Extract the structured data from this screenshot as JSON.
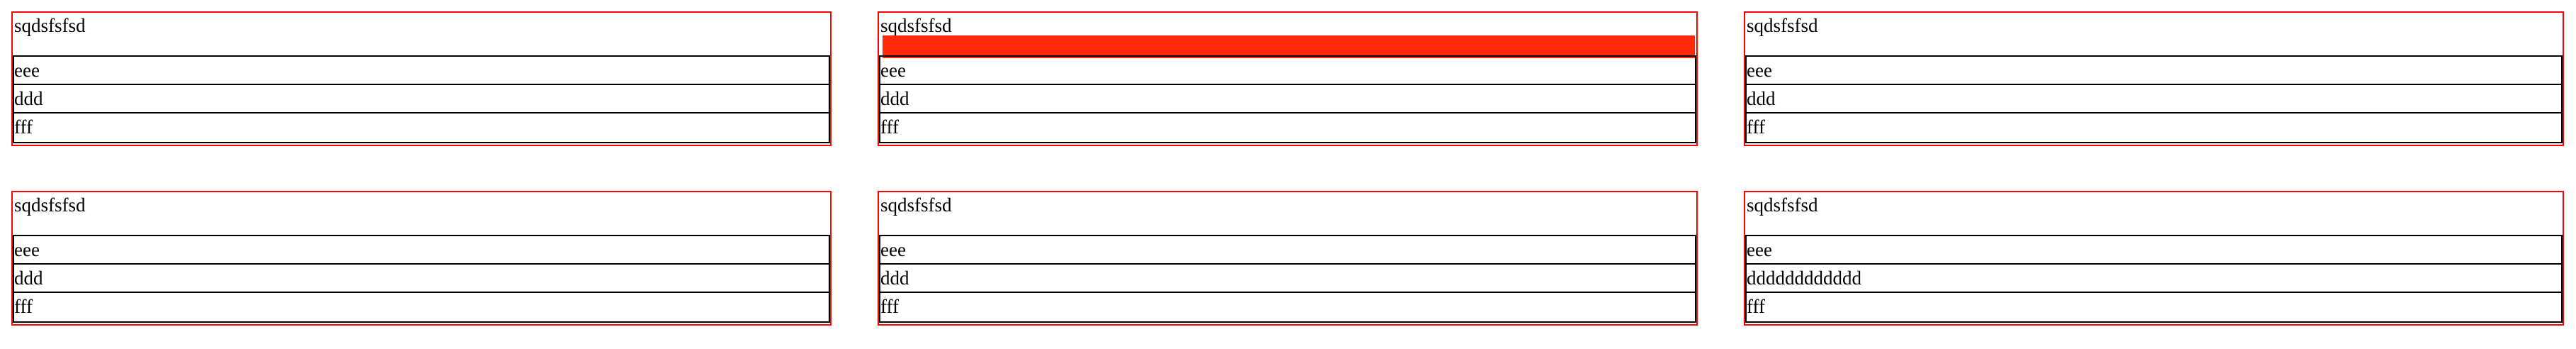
{
  "cards": [
    {
      "title": "sqdsfsfsd",
      "highlight": false,
      "rows": [
        "eee",
        "ddd",
        "fff"
      ]
    },
    {
      "title": "sqdsfsfsd",
      "highlight": true,
      "highlight_color": "#ff2a0a",
      "rows": [
        "eee",
        "ddd",
        "fff"
      ]
    },
    {
      "title": "sqdsfsfsd",
      "highlight": false,
      "rows": [
        "eee",
        "ddd",
        "fff"
      ]
    },
    {
      "title": "sqdsfsfsd",
      "highlight": false,
      "rows": [
        "eee",
        "ddd",
        "fff"
      ]
    },
    {
      "title": "sqdsfsfsd",
      "highlight": false,
      "rows": [
        "eee",
        "ddd",
        "fff"
      ]
    },
    {
      "title": "sqdsfsfsd",
      "highlight": false,
      "rows": [
        "eee",
        "dddddddddddd",
        "fff"
      ]
    }
  ],
  "colors": {
    "card_border": "#ff0000",
    "row_border": "#000000"
  }
}
